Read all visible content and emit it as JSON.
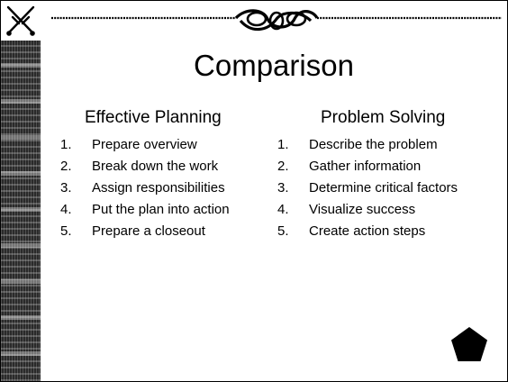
{
  "slide": {
    "title": "Comparison",
    "columns": [
      {
        "heading": "Effective Planning",
        "items": [
          {
            "num": "1.",
            "text": "Prepare overview"
          },
          {
            "num": "2.",
            "text": "Break down the work"
          },
          {
            "num": "3.",
            "text": "Assign responsibilities"
          },
          {
            "num": "4.",
            "text": "Put the plan into action"
          },
          {
            "num": "5.",
            "text": "Prepare a closeout"
          }
        ]
      },
      {
        "heading": "Problem Solving",
        "items": [
          {
            "num": "1.",
            "text": "Describe the problem"
          },
          {
            "num": "2.",
            "text": "Gather information"
          },
          {
            "num": "3.",
            "text": "Determine critical factors"
          },
          {
            "num": "4.",
            "text": "Visualize success"
          },
          {
            "num": "5.",
            "text": "Create action steps"
          }
        ]
      }
    ]
  },
  "decor": {
    "corner_icon": "crossed-swords-icon",
    "header_ornament": "rope-knot-icon",
    "sidebar_pattern": "plaid-texture",
    "nav_icon": "pentagon-icon",
    "colors": {
      "ink": "#000000",
      "background": "#ffffff",
      "sidebar": "#2a2a2a"
    }
  }
}
